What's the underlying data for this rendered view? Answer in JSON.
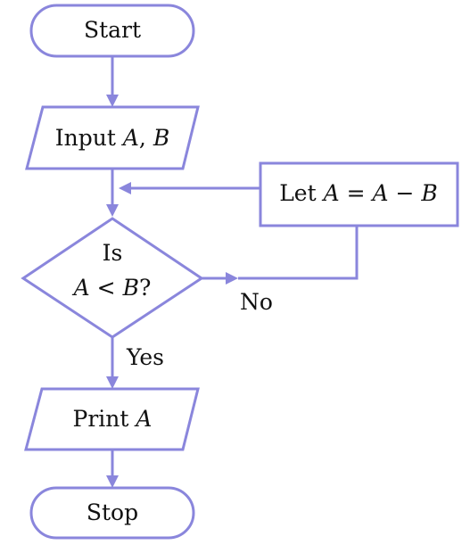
{
  "flowchart": {
    "start": {
      "label": "Start"
    },
    "input": {
      "prefix": "Input ",
      "var_a": "A",
      "separator": ", ",
      "var_b": "B"
    },
    "decision": {
      "line1": "Is",
      "var_a": "A",
      "op": " < ",
      "var_b": "B",
      "suffix": "?"
    },
    "update": {
      "prefix": "Let ",
      "var_a": "A",
      "equals": " = ",
      "var_a2": "A",
      "minus": " − ",
      "var_b": "B"
    },
    "branch_no": {
      "label": "No"
    },
    "branch_yes": {
      "label": "Yes"
    },
    "output": {
      "prefix": "Print ",
      "var_a": "A"
    },
    "stop": {
      "label": "Stop"
    }
  },
  "colors": {
    "stroke": "#8a86dc",
    "text": "#111111",
    "background": "#ffffff"
  }
}
